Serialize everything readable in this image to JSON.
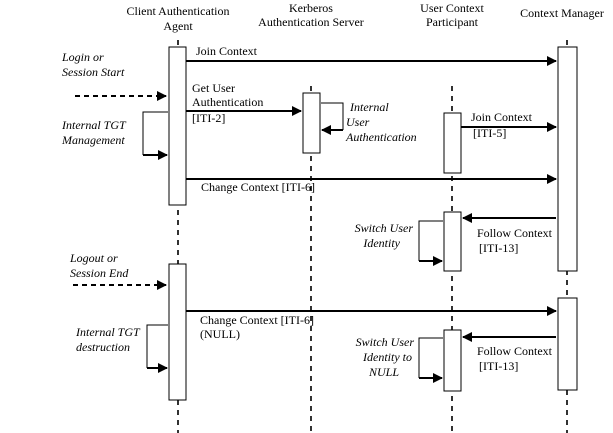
{
  "participants": {
    "client_agent": [
      "Client Authentication",
      "Agent"
    ],
    "kerberos": [
      "Kerberos",
      "Authentication Server"
    ],
    "user_context": [
      "User Context",
      "Participant"
    ],
    "context_manager": [
      "Context Manager"
    ]
  },
  "events": {
    "login": [
      "Login or",
      "Session Start"
    ],
    "tgt_mgmt": [
      "Internal TGT",
      "Management"
    ],
    "logout": [
      "Logout or",
      "Session End"
    ],
    "tgt_destroy": [
      "Internal TGT",
      "destruction"
    ],
    "internal_auth": [
      "Internal",
      "User",
      "Authentication"
    ],
    "switch_user": [
      "Switch User",
      "Identity"
    ],
    "switch_null": [
      "Switch User",
      "Identity to",
      "NULL"
    ]
  },
  "messages": {
    "join_context": "Join Context",
    "get_user_auth": [
      "Get User",
      "Authentication",
      "[ITI-2]"
    ],
    "join_context_iti5": [
      "Join Context",
      "[ITI-5]"
    ],
    "change_context": "Change Context [ITI-6]",
    "follow_context": [
      "Follow Context",
      "[ITI-13]"
    ],
    "change_context_null": [
      "Change Context [ITI-6]",
      "(NULL)"
    ],
    "follow_context_2": [
      "Follow Context",
      "[ITI-13]"
    ]
  }
}
